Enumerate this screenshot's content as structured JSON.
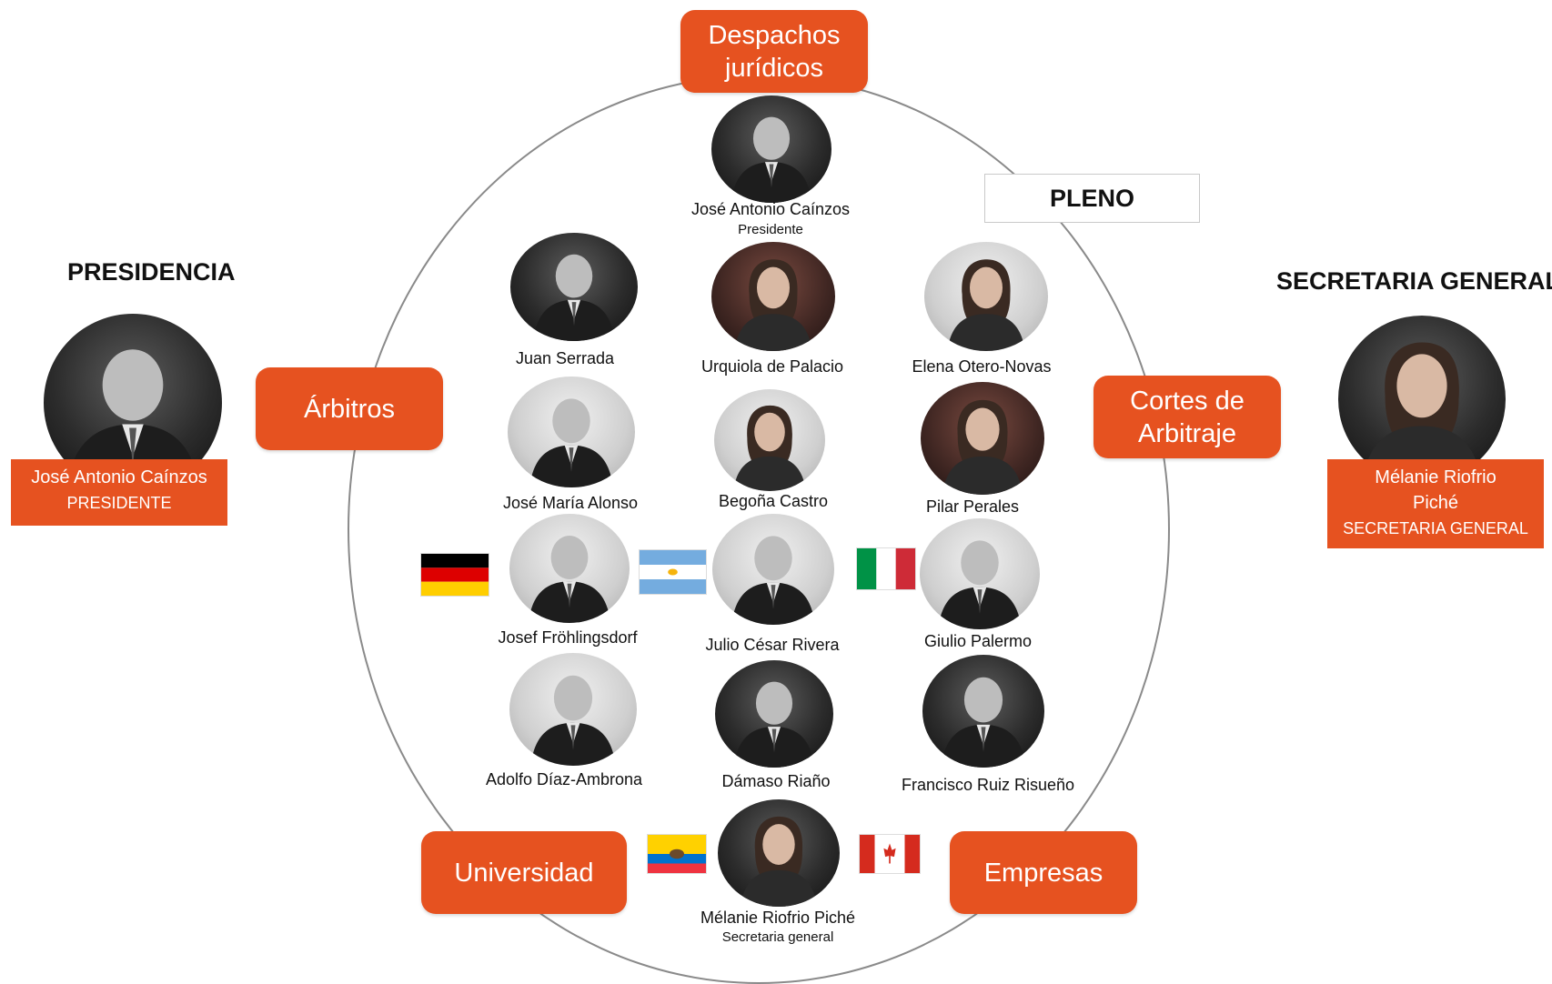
{
  "left_panel": {
    "title": "PRESIDENCIA",
    "name": "José Antonio Caínzos",
    "role": "PRESIDENTE"
  },
  "right_panel": {
    "title": "SECRETARIA GENERAL",
    "name_line1": "Mélanie Riofrio",
    "name_line2": "Piché",
    "role": "SECRETARIA GENERAL"
  },
  "pleno_label": "PLENO",
  "categories": {
    "despachos": "Despachos jurídicos",
    "arbitros": "Árbitros",
    "cortes": "Cortes de Arbitraje",
    "universidad": "Universidad",
    "empresas": "Empresas"
  },
  "members": {
    "cainzos": {
      "name": "José Antonio Caínzos",
      "role": "Presidente"
    },
    "serrada": {
      "name": "Juan Serrada"
    },
    "palacio": {
      "name": "Urquiola de Palacio"
    },
    "otero": {
      "name": "Elena Otero-Novas"
    },
    "alonso": {
      "name": "José María Alonso"
    },
    "castro": {
      "name": "Begoña Castro"
    },
    "perales": {
      "name": "Pilar Perales"
    },
    "frohlingsdorf": {
      "name": "Josef Fröhlingsdorf"
    },
    "rivera": {
      "name": "Julio César Rivera"
    },
    "palermo": {
      "name": "Giulio Palermo"
    },
    "ambrona": {
      "name": "Adolfo Díaz-Ambrona"
    },
    "riano": {
      "name": "Dámaso Riaño"
    },
    "risueno": {
      "name": "Francisco Ruiz Risueño"
    },
    "piche": {
      "name": "Mélanie  Riofrio Piché",
      "role": "Secretaria general"
    }
  },
  "flags": [
    "germany-flag",
    "argentina-flag",
    "italy-flag",
    "ecuador-flag",
    "canada-flag"
  ]
}
